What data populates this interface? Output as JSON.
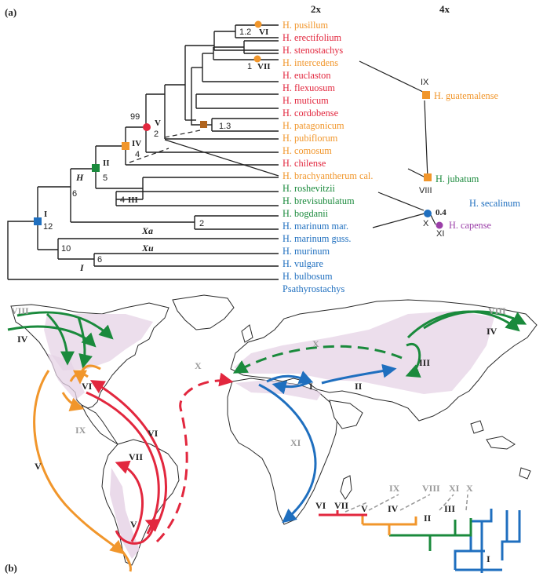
{
  "panels": {
    "a": "(a)",
    "b": "(b)"
  },
  "columns": {
    "diploid": "2x",
    "tetraploid": "4x"
  },
  "colors": {
    "orange": "#f1962b",
    "red": "#e2273e",
    "green": "#1a8a3c",
    "blue": "#1f6fbf",
    "purple": "#9b3fa8",
    "brown": "#b0651f",
    "gray": "#999999",
    "land": "#e6d3e6",
    "outline": "#2a2a2a"
  },
  "taxa": [
    {
      "name": "H. pusillum",
      "color": "#f1962b"
    },
    {
      "name": "H. erectifolium",
      "color": "#e2273e"
    },
    {
      "name": "H. stenostachys",
      "color": "#e2273e"
    },
    {
      "name": "H. intercedens",
      "color": "#f1962b"
    },
    {
      "name": "H. euclaston",
      "color": "#e2273e"
    },
    {
      "name": "H. flexuosum",
      "color": "#e2273e"
    },
    {
      "name": "H. muticum",
      "color": "#e2273e"
    },
    {
      "name": "H. cordobense",
      "color": "#e2273e"
    },
    {
      "name": "H. patagonicum",
      "color": "#f1962b"
    },
    {
      "name": "H. pubiflorum",
      "color": "#f1962b"
    },
    {
      "name": "H. comosum",
      "color": "#f1962b"
    },
    {
      "name": "H. chilense",
      "color": "#e2273e"
    },
    {
      "name": "H. brachyantherum cal.",
      "color": "#f1962b"
    },
    {
      "name": "H. roshevitzii",
      "color": "#1a8a3c"
    },
    {
      "name": "H. brevisubulatum",
      "color": "#1a8a3c"
    },
    {
      "name": "H. bogdanii",
      "color": "#1a8a3c"
    },
    {
      "name": "H. marinum mar.",
      "color": "#1f6fbf"
    },
    {
      "name": "H. marinum guss.",
      "color": "#1f6fbf"
    },
    {
      "name": "H. murinum",
      "color": "#1f6fbf"
    },
    {
      "name": "H. vulgare",
      "color": "#1f6fbf"
    },
    {
      "name": "H. bulbosum",
      "color": "#1f6fbf"
    },
    {
      "name": "Psathyrostachys",
      "color": "#1f6fbf"
    }
  ],
  "polyploids": [
    {
      "name": "H. guatemalense",
      "color": "#f1962b",
      "roman": "IX"
    },
    {
      "name": "H. jubatum",
      "color": "#1a8a3c",
      "roman": "VIII"
    },
    {
      "name": "H. secalinum",
      "color": "#1f6fbf",
      "roman": "X"
    },
    {
      "name": "H. capense",
      "color": "#9b3fa8",
      "roman": "XI"
    }
  ],
  "tree_labels": {
    "ninetynine": "99",
    "five_r": "V",
    "five_n": "2",
    "four_r": "IV",
    "four_n": "4",
    "two_r": "II",
    "two_n": "5",
    "three_n": "4",
    "three_r": "III",
    "one_r": "I",
    "one_n": "12",
    "H": "H",
    "Xa": "Xa",
    "Xu": "Xu",
    "I": "I",
    "six": "6",
    "two": "2",
    "ten": "10",
    "sixb": "6",
    "vi_n": "1.2",
    "vi_r": "VI",
    "vii_n": "1",
    "vii_r": "VII",
    "brown_n": "1.3",
    "x_n": "0.4"
  },
  "map_labels": {
    "viii_w": "VIII",
    "iv_w": "IV",
    "vi_na": "VI",
    "ix": "IX",
    "v_sa": "V",
    "vi_arc": "VI",
    "vii_arc": "VII",
    "v_s": "V",
    "x_w": "X",
    "x_e": "X",
    "i": "I",
    "ii": "II",
    "iii": "III",
    "xi": "XI",
    "viii_e": "VIII",
    "iv_e": "IV"
  },
  "mini_tree": {
    "vi": "VI",
    "vii": "VII",
    "v": "V",
    "iv": "IV",
    "ii": "II",
    "iii": "III",
    "ix": "IX",
    "viii": "VIII",
    "xi": "XI",
    "x": "X",
    "i": "I"
  }
}
